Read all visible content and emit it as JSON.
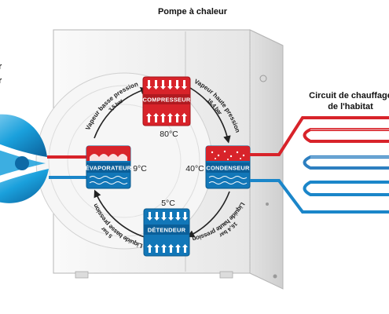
{
  "title": "Pompe à chaleur",
  "circuit_label_line1": "Circuit de chauffage",
  "circuit_label_line2": "de l'habitat",
  "left_cut_label_1": "r",
  "left_cut_label_2": "r",
  "components": {
    "compressor": {
      "label": "COMPRESSEUR",
      "temperature": "80°C",
      "color": "#d8232a"
    },
    "condenser": {
      "label": "CONDENSEUR",
      "temperature": "40°C",
      "color": "#1277b8"
    },
    "expansion": {
      "label": "DÉTENDEUR",
      "temperature": "5°C",
      "color": "#1277b8"
    },
    "evaporator": {
      "label": "ÉVAPORATEUR",
      "temperature": "9°C",
      "color": "#1277b8"
    }
  },
  "paths": {
    "low_pressure_vapour": "Vapeur basse pression",
    "low_pressure_vapour_value": "3,5 bar",
    "high_pressure_vapour": "Vapeur haute pression",
    "high_pressure_vapour_value": "16,4 bar",
    "high_pressure_liquid": "Liquide haute pression",
    "high_pressure_liquid_value": "16,4 bar",
    "low_pressure_liquid": "Liquide basse pression",
    "low_pressure_liquid_value": "5 bar"
  },
  "colors": {
    "hot": "#d8232a",
    "cold": "#1b86c9",
    "fan": "#1aa0dc",
    "unit_body": "#f2f2f2"
  }
}
